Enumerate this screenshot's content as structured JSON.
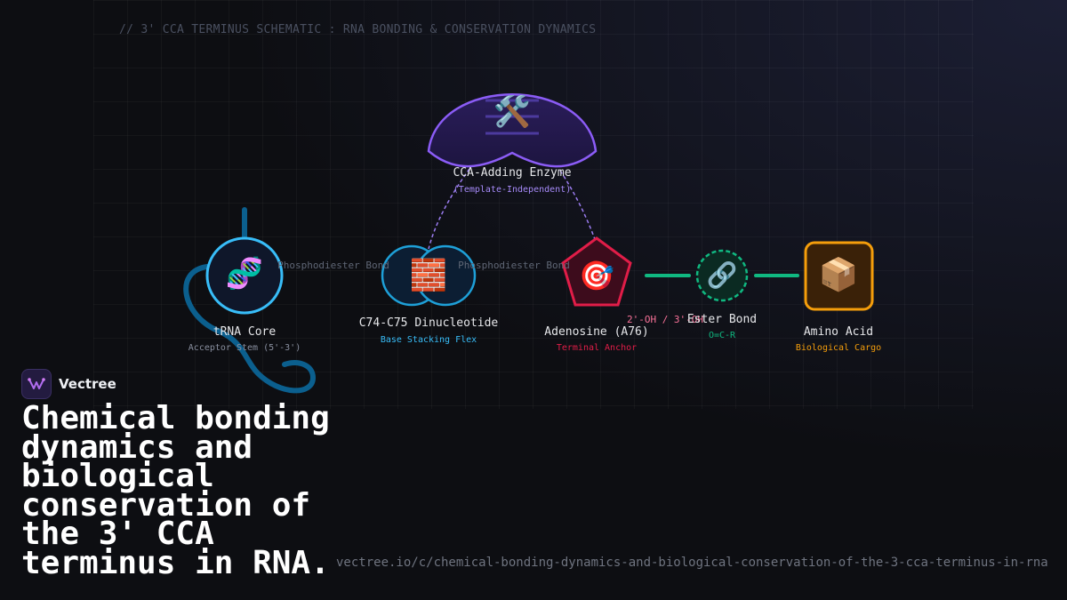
{
  "diagram": {
    "title": "// 3' CCA TERMINUS SCHEMATIC : RNA BONDING & CONSERVATION DYNAMICS",
    "nodes": {
      "enzyme": {
        "label": "CCA-Adding Enzyme",
        "sub": "(Template-Independent)",
        "icon": "tools-icon",
        "glyph": "🛠️",
        "color": "#8b5cf6"
      },
      "trna": {
        "label": "tRNA Core",
        "sub": "Acceptor Stem (5'-3')",
        "icon": "dna-icon",
        "glyph": "🧬",
        "color": "#38bdf8"
      },
      "dinucleotide": {
        "label": "C74-C75 Dinucleotide",
        "sub": "Base Stacking Flex",
        "icon": "brick-icon",
        "glyph": "🧱",
        "color": "#38bdf8"
      },
      "adenosine": {
        "label": "Adenosine (A76)",
        "sub": "Terminal Anchor",
        "icon": "target-icon",
        "glyph": "🎯",
        "color": "#e11d48"
      },
      "ester": {
        "label": "Ester Bond",
        "sub": "O=C-R",
        "icon": "link-icon",
        "glyph": "🔗",
        "color": "#10b981"
      },
      "amino": {
        "label": "Amino Acid",
        "sub": "Biological Cargo",
        "icon": "package-icon",
        "glyph": "📦",
        "color": "#f59e0b"
      }
    },
    "edges": {
      "phospho1": "Phosphodiester Bond",
      "phospho2": "Phosphodiester Bond",
      "hydroxyl": "2'-OH / 3'-OH"
    }
  },
  "brand": {
    "name": "Vectree"
  },
  "headline": "Chemical bonding dynamics and biological conservation of the 3' CCA terminus in RNA.",
  "url": "vectree.io/c/chemical-bonding-dynamics-and-biological-conservation-of-the-3-cca-terminus-in-rna"
}
